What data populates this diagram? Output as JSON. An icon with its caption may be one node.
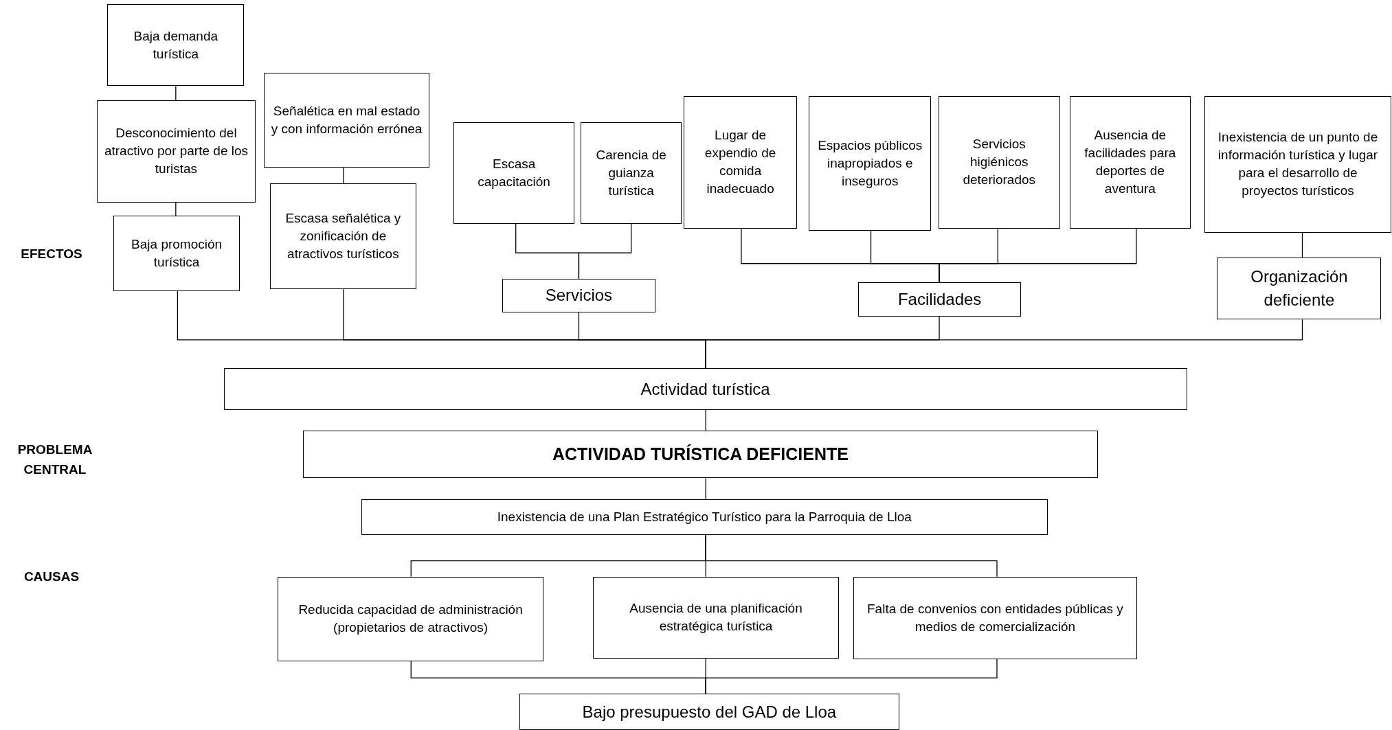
{
  "diagram": {
    "nodes": [
      {
        "text": [
          "Baja demanda turística"
        ]
      },
      {
        "text": [
          "Desconocimiento del atractivo por parte de los turistas"
        ]
      },
      {
        "text": [
          "Baja promoción turística"
        ]
      },
      {
        "text": [
          "Señalética en mal estado y con información errónea"
        ]
      },
      {
        "text": [
          "Escasa señalética y zonificación de atractivos turísticos"
        ]
      },
      {
        "text": [
          "Escasa capacitación"
        ]
      },
      {
        "text": [
          "Carencia de guianza turística"
        ]
      },
      {
        "text": [
          "Servicios"
        ]
      },
      {
        "text": [
          "Lugar de expendio de comida inadecuado"
        ]
      },
      {
        "text": [
          "Espacios públicos inapropiados e inseguros"
        ]
      },
      {
        "text": [
          "Servicios higiénicos deteriorados"
        ]
      },
      {
        "text": [
          "Ausencia de facilidades para deportes de aventura"
        ]
      },
      {
        "text": [
          "Inexistencia de un punto de información turística y lugar para el desarrollo de proyectos turísticos"
        ]
      },
      {
        "text": [
          "Organización deficiente"
        ]
      },
      {
        "text": [
          "Facilidades"
        ]
      },
      {
        "text": [
          "Actividad turística"
        ]
      },
      {
        "text": [
          "ACTIVIDAD TURÍSTICA DEFICIENTE"
        ]
      },
      {
        "text": [
          "Inexistencia de una Plan Estratégico Turístico para la Parroquia de Lloa"
        ]
      },
      {
        "text": [
          "Reducida capacidad de administración (propietarios de atractivos)"
        ]
      },
      {
        "text": [
          "Ausencia de una planificación estratégica turística"
        ]
      },
      {
        "text": [
          "Falta de convenios con entidades públicas y medios de comercialización"
        ]
      },
      {
        "text": [
          "Bajo presupuesto del GAD de Lloa"
        ]
      }
    ],
    "edges": [
      {
        "from": 0,
        "to": 1,
        "arrow": "none"
      },
      {
        "from": 1,
        "to": 2,
        "arrow": "none"
      },
      {
        "from": 3,
        "to": 4,
        "arrow": "none"
      },
      {
        "from": 5,
        "to": 7,
        "arrow": "none"
      },
      {
        "from": 6,
        "to": 7,
        "arrow": "none"
      },
      {
        "from": 8,
        "to": 14,
        "arrow": "none"
      },
      {
        "from": 9,
        "to": 14,
        "arrow": "none"
      },
      {
        "from": 10,
        "to": 14,
        "arrow": "none"
      },
      {
        "from": 11,
        "to": 14,
        "arrow": "none"
      },
      {
        "from": 12,
        "to": 13,
        "arrow": "none"
      },
      {
        "from": 2,
        "to": 15,
        "arrow": "none"
      },
      {
        "from": 4,
        "to": 15,
        "arrow": "none"
      },
      {
        "from": 7,
        "to": 15,
        "arrow": "none"
      },
      {
        "from": 14,
        "to": 15,
        "arrow": "none"
      },
      {
        "from": 13,
        "to": 15,
        "arrow": "none"
      },
      {
        "from": 15,
        "to": 16,
        "arrow": "none"
      },
      {
        "from": 16,
        "to": 17,
        "arrow": "none"
      },
      {
        "from": 17,
        "to": 18,
        "arrow": "none"
      },
      {
        "from": 17,
        "to": 19,
        "arrow": "none"
      },
      {
        "from": 17,
        "to": 20,
        "arrow": "none"
      },
      {
        "from": 18,
        "to": 21,
        "arrow": "none"
      },
      {
        "from": 19,
        "to": 21,
        "arrow": "none"
      },
      {
        "from": 20,
        "to": 21,
        "arrow": "none"
      }
    ],
    "labels": [
      "EFECTOS",
      "PROBLEMA CENTRAL",
      "CAUSAS"
    ]
  }
}
